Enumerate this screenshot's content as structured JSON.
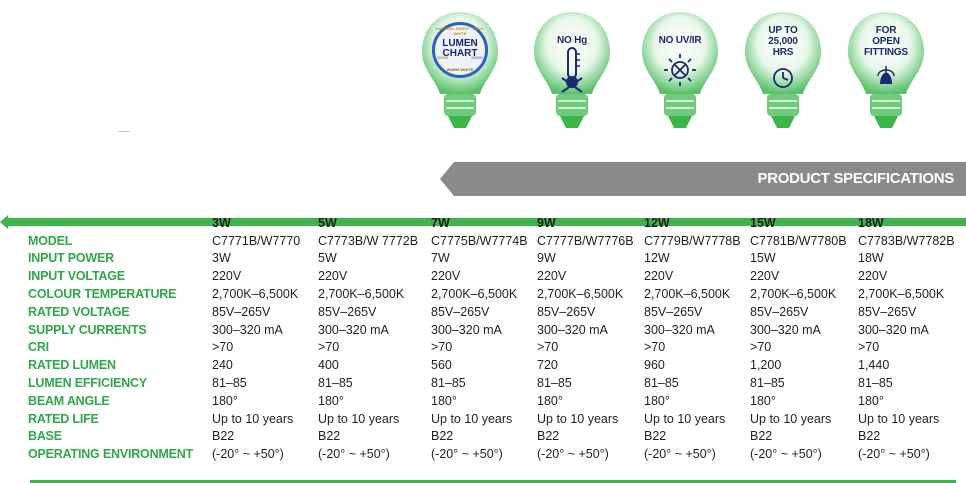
{
  "badges": [
    {
      "key": "lumen-chart",
      "label": "LUMEN CHART",
      "ring_top": "NATURAL WHITE · COOL WHITE",
      "ring_bottom": "WARM WHITE",
      "ring_left": "3000K",
      "ring_right": "6500K",
      "icon": "lumen-chart-icon"
    },
    {
      "key": "no-hg",
      "label": "NO Hg",
      "icon": "thermometer-crossed-icon"
    },
    {
      "key": "no-uv-ir",
      "label": "NO UV/IR",
      "icon": "sun-crossed-icon"
    },
    {
      "key": "life",
      "label": "UP TO 25,000 HRS",
      "line1": "UP TO",
      "line2": "25,000",
      "line3": "HRS",
      "icon": "clock-icon"
    },
    {
      "key": "open-fittings",
      "label": "FOR OPEN FITTINGS",
      "line1": "FOR",
      "line2": "OPEN",
      "line3": "FITTINGS",
      "icon": "bulb-drop-icon"
    }
  ],
  "banner": {
    "title": "PRODUCT SPECIFICATIONS"
  },
  "colors": {
    "green": "#3eb54a",
    "label_green": "#2fa84a",
    "banner_gray": "#8a8a8a",
    "navy": "#1b2a6e"
  },
  "table": {
    "headers": [
      "",
      "3W",
      "5W",
      "7W",
      "9W",
      "12W",
      "15W",
      "18W"
    ],
    "rows": [
      [
        "MODEL",
        "C7771B/W7770",
        "C7773B/W 7772B",
        "C7775B/W7774B",
        "C7777B/W7776B",
        "C7779B/W7778B",
        "C7781B/W7780B",
        "C7783B/W7782B"
      ],
      [
        "INPUT POWER",
        "3W",
        "5W",
        "7W",
        "9W",
        "12W",
        "15W",
        "18W"
      ],
      [
        "INPUT VOLTAGE",
        "220V",
        "220V",
        "220V",
        "220V",
        "220V",
        "220V",
        "220V"
      ],
      [
        "COLOUR TEMPERATURE",
        "2,700K–6,500K",
        "2,700K–6,500K",
        "2,700K–6,500K",
        "2,700K–6,500K",
        "2,700K–6,500K",
        "2,700K–6,500K",
        "2,700K–6,500K"
      ],
      [
        "RATED VOLTAGE",
        "85V–265V",
        "85V–265V",
        "85V–265V",
        "85V–265V",
        "85V–265V",
        "85V–265V",
        "85V–265V"
      ],
      [
        "SUPPLY CURRENTS",
        "300–320 mA",
        "300–320 mA",
        "300–320 mA",
        "300–320 mA",
        "300–320 mA",
        "300–320 mA",
        "300–320 mA"
      ],
      [
        "CRI",
        ">70",
        ">70",
        ">70",
        ">70",
        ">70",
        ">70",
        ">70"
      ],
      [
        "RATED LUMEN",
        "240",
        "400",
        "560",
        "720",
        "960",
        "1,200",
        "1,440"
      ],
      [
        "LUMEN EFFICIENCY",
        "81–85",
        "81–85",
        "81–85",
        "81–85",
        "81–85",
        "81–85",
        "81–85"
      ],
      [
        "BEAM ANGLE",
        "180°",
        "180°",
        "180°",
        "180°",
        "180°",
        "180°",
        "180°"
      ],
      [
        "RATED LIFE",
        "Up to 10 years",
        "Up to 10 years",
        "Up to 10 years",
        "Up to 10 years",
        "Up to 10 years",
        "Up to 10 years",
        "Up to 10 years"
      ],
      [
        "BASE",
        "B22",
        "B22",
        "B22",
        "B22",
        "B22",
        "B22",
        "B22"
      ],
      [
        "OPERATING ENVIRONMENT",
        "(-20° ~ +50°)",
        "(-20° ~ +50°)",
        "(-20° ~ +50°)",
        "(-20° ~ +50°)",
        "(-20° ~ +50°)",
        "(-20° ~ +50°)",
        "(-20° ~ +50°)"
      ]
    ]
  }
}
